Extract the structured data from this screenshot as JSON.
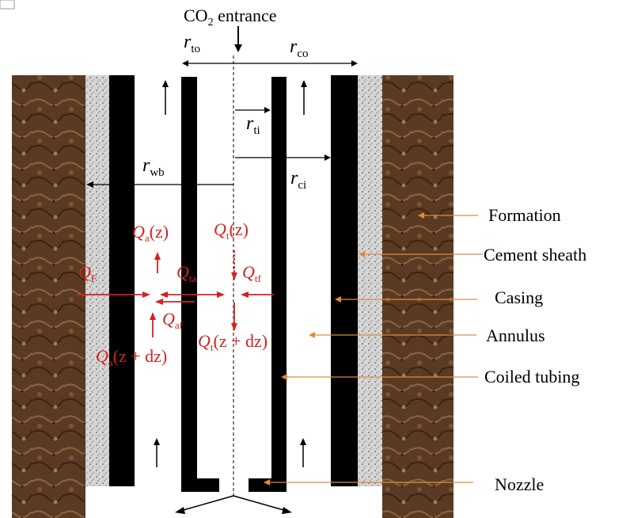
{
  "title": {
    "main": "CO",
    "sub": "2",
    "rest": " entrance"
  },
  "dims": {
    "rto": {
      "r": "r",
      "sub": "to"
    },
    "rco": {
      "r": "r",
      "sub": "co"
    },
    "rti": {
      "r": "r",
      "sub": "ti"
    },
    "rwb": {
      "r": "r",
      "sub": "wb"
    },
    "rci": {
      "r": "r",
      "sub": "ci"
    }
  },
  "flows": {
    "qaz": {
      "q": "Q",
      "sub": "a",
      "rest": "(z)"
    },
    "qtz": {
      "q": "Q",
      "sub": "t",
      "rest": "(z)"
    },
    "qf": {
      "q": "Q",
      "sub": "F"
    },
    "qta": {
      "q": "Q",
      "sub": "ta"
    },
    "qtf": {
      "q": "Q",
      "sub": "tf"
    },
    "qaf": {
      "q": "Q",
      "sub": "af"
    },
    "qtzdz": {
      "q": "Q",
      "sub": "t",
      "rest": "(z + dz)"
    },
    "qazdz": {
      "q": "Q",
      "sub": "a",
      "rest": "(z + dz)"
    }
  },
  "legend": {
    "formation": "Formation",
    "cement": "Cement sheath",
    "casing": "Casing",
    "annulus": "Annulus",
    "tubing": "Coiled tubing",
    "nozzle": "Nozzle"
  },
  "colors": {
    "formation": "#5a3a22",
    "cement": "#c8c8c8",
    "steel": "#000000",
    "flow": "#d62020",
    "leader": "#e08a3c"
  }
}
